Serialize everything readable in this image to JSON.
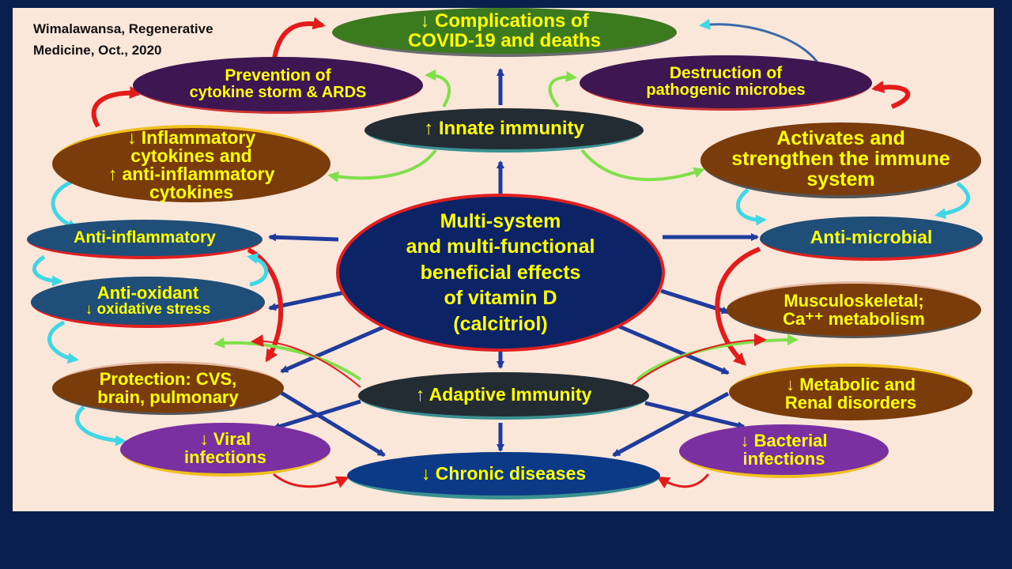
{
  "citation": {
    "line1": "Wimalawansa, Regenerative",
    "line2": "Medicine, Oct., 2020"
  },
  "center": {
    "line1": "Multi-system",
    "line2": "and multi-functional",
    "line3": "beneficial effects",
    "line4": "of vitamin D",
    "line5": "(calcitriol)"
  },
  "nodes": {
    "complications": {
      "line1": "↓ Complications of",
      "line2": "COVID-19 and deaths"
    },
    "cytokine_storm": {
      "line1": "Prevention of",
      "line2": "cytokine storm & ARDS"
    },
    "microbes": {
      "line1": "Destruction of",
      "line2": "pathogenic microbes"
    },
    "innate": {
      "line1": "↑ Innate immunity"
    },
    "inflammatory": {
      "line1": "↓ Inflammatory",
      "line2": "cytokines and",
      "line3": "↑ anti-inflammatory",
      "line4": "cytokines"
    },
    "activates": {
      "line1": "Activates and",
      "line2": "strengthen the immune",
      "line3": "system"
    },
    "anti_inflammatory": {
      "line1": "Anti-inflammatory"
    },
    "anti_microbial": {
      "line1": "Anti-microbial"
    },
    "anti_oxidant": {
      "line1": "Anti-oxidant",
      "line2": "↓ oxidative stress"
    },
    "musculoskeletal": {
      "line1": "Musculoskeletal;",
      "line2": "Ca⁺⁺ metabolism"
    },
    "protection": {
      "line1": "Protection: CVS,",
      "line2": "brain, pulmonary"
    },
    "metabolic": {
      "line1": "↓ Metabolic and",
      "line2": "Renal disorders"
    },
    "adaptive": {
      "line1": "↑ Adaptive Immunity"
    },
    "viral": {
      "line1": "↓ Viral",
      "line2": "infections"
    },
    "bacterial": {
      "line1": "↓ Bacterial",
      "line2": "infections"
    },
    "chronic": {
      "line1": "↓  Chronic diseases"
    }
  },
  "colors": {
    "slide_background": "#0a1f4e",
    "panel_background": "#fbe6da",
    "center_fill": "#0c2466",
    "center_border": "#e02020",
    "text": "#ffff00",
    "arrow_blue": "#1f3c9c",
    "arrow_red": "#e31b1b",
    "arrow_cyan": "#3fd7e6",
    "arrow_green": "#7fe04a"
  }
}
